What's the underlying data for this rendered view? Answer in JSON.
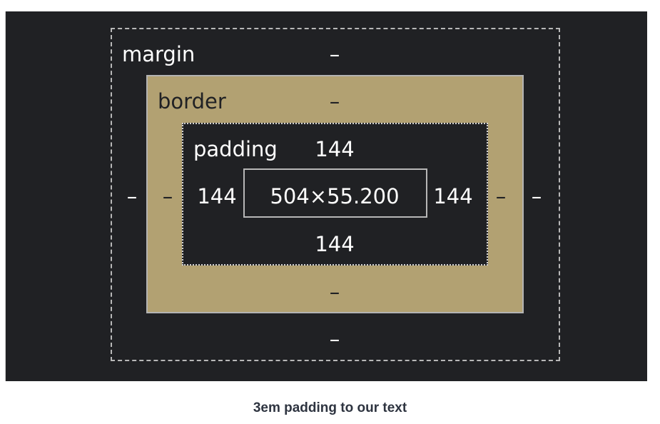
{
  "diagram": {
    "margin_label": "margin",
    "border_label": "border",
    "padding_label": "padding",
    "margin": {
      "top": "–",
      "right": "–",
      "bottom": "–",
      "left": "–"
    },
    "border": {
      "top": "–",
      "right": "–",
      "bottom": "–",
      "left": "–"
    },
    "padding": {
      "top": "144",
      "right": "144",
      "bottom": "144",
      "left": "144"
    },
    "content_size": "504×55.200"
  },
  "caption": "3em padding to our text",
  "colors": {
    "panel_background": "#202124",
    "border_fill": "#b2a172",
    "text_light": "#ffffff",
    "text_dark": "#202124"
  }
}
